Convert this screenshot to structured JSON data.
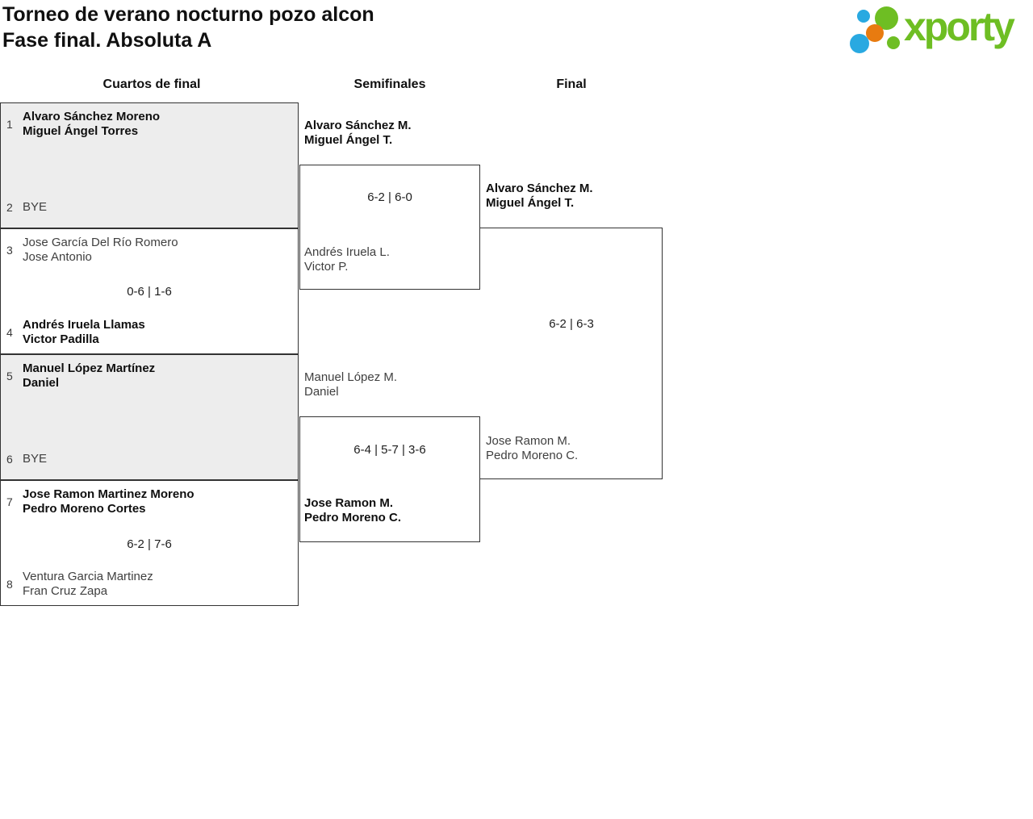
{
  "header": {
    "title_line1": "Torneo de verano nocturno pozo alcon",
    "title_line2": "Fase final. Absoluta A",
    "logo_text": "xporty"
  },
  "colors": {
    "logo_green": "#6ebe23",
    "logo_blue": "#29a9e1",
    "logo_orange": "#e87b10",
    "box_gray": "#ededed",
    "border_dark": "#333333"
  },
  "rounds": [
    {
      "label": "Cuartos de final",
      "matches": [
        {
          "slots": [
            {
              "seed": "1",
              "lines": [
                "Alvaro Sánchez Moreno",
                "Miguel Ángel Torres"
              ],
              "winner": true
            },
            {
              "seed": "2",
              "lines": [
                "BYE"
              ],
              "winner": false
            }
          ]
        },
        {
          "slots": [
            {
              "seed": "3",
              "lines": [
                "Jose García Del Río Romero",
                "Jose Antonio"
              ],
              "winner": false
            },
            {
              "seed": "4",
              "lines": [
                "Andrés Iruela Llamas",
                "Victor Padilla"
              ],
              "winner": true
            }
          ],
          "score": "0-6 | 1-6"
        },
        {
          "slots": [
            {
              "seed": "5",
              "lines": [
                "Manuel López Martínez",
                "Daniel"
              ],
              "winner": true
            },
            {
              "seed": "6",
              "lines": [
                "BYE"
              ],
              "winner": false
            }
          ]
        },
        {
          "slots": [
            {
              "seed": "7",
              "lines": [
                "Jose Ramon Martinez Moreno",
                "Pedro Moreno Cortes"
              ],
              "winner": true
            },
            {
              "seed": "8",
              "lines": [
                "Ventura Garcia Martinez",
                "Fran Cruz Zapa"
              ],
              "winner": false
            }
          ],
          "score": "6-2 | 7-6"
        }
      ]
    },
    {
      "label": "Semifinales",
      "matches": [
        {
          "slots": [
            {
              "lines": [
                "Alvaro Sánchez M.",
                "Miguel Ángel T."
              ],
              "winner": true
            },
            {
              "lines": [
                "Andrés Iruela L.",
                "Victor P."
              ],
              "winner": false
            }
          ],
          "score": "6-2 | 6-0"
        },
        {
          "slots": [
            {
              "lines": [
                "Manuel López M.",
                "Daniel"
              ],
              "winner": false
            },
            {
              "lines": [
                "Jose Ramon M.",
                "Pedro Moreno C."
              ],
              "winner": true
            }
          ],
          "score": "6-4 | 5-7 | 3-6"
        }
      ]
    },
    {
      "label": "Final",
      "matches": [
        {
          "slots": [
            {
              "lines": [
                "Alvaro Sánchez M.",
                "Miguel Ángel T."
              ],
              "winner": true
            },
            {
              "lines": [
                "Jose Ramon M.",
                "Pedro Moreno C."
              ],
              "winner": false
            }
          ],
          "score": "6-2 | 6-3"
        }
      ]
    }
  ]
}
